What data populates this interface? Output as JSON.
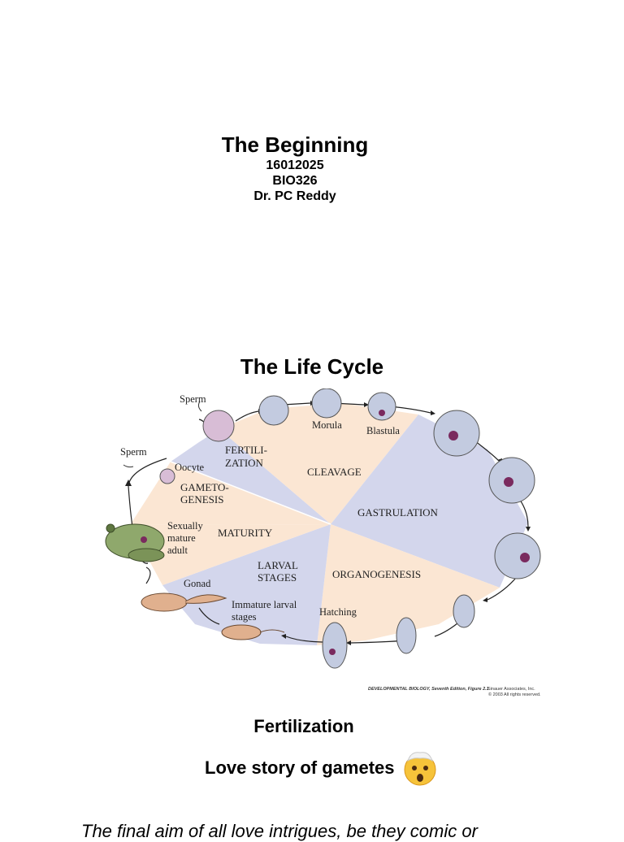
{
  "header": {
    "title": "The Beginning",
    "date": "16012025",
    "course": "BIO326",
    "instructor": "Dr. PC Reddy"
  },
  "life_cycle": {
    "heading": "The Life Cycle",
    "stages": {
      "fertilization_1": "FERTILI-",
      "fertilization_2": "ZATION",
      "cleavage": "CLEAVAGE",
      "gastrulation": "GASTRULATION",
      "organogenesis": "ORGANOGENESIS",
      "larval_1": "LARVAL",
      "larval_2": "STAGES",
      "maturity": "MATURITY",
      "gametogenesis_1": "GAMETO-",
      "gametogenesis_2": "GENESIS"
    },
    "labels": {
      "sperm_top": "Sperm",
      "sperm_left": "Sperm",
      "oocyte": "Oocyte",
      "morula": "Morula",
      "blastula": "Blastula",
      "adult_1": "Sexually",
      "adult_2": "mature",
      "adult_3": "adult",
      "gonad": "Gonad",
      "immature_1": "Immature larval",
      "immature_2": "stages",
      "hatching": "Hatching"
    },
    "credit": {
      "source": "DEVELOPMENTAL BIOLOGY, Seventh Edition, Figure 2.1",
      "publisher": "Sinauer Associates, Inc.",
      "rights": "© 2003 All rights reserved."
    },
    "colors": {
      "peach": "#fbe6d3",
      "lavender": "#d3d6ec",
      "embryo": "#c3cbe0",
      "purple_spot": "#7a2a5e",
      "frog": "#8fa86c",
      "tadpole": "#e0b08e"
    }
  },
  "section": {
    "heading": "Fertilization",
    "subheading": "Love story of gametes",
    "emoji_icon": "exploding-head-icon"
  },
  "body_text": {
    "quote": "The final aim of all love intrigues, be they comic or"
  }
}
